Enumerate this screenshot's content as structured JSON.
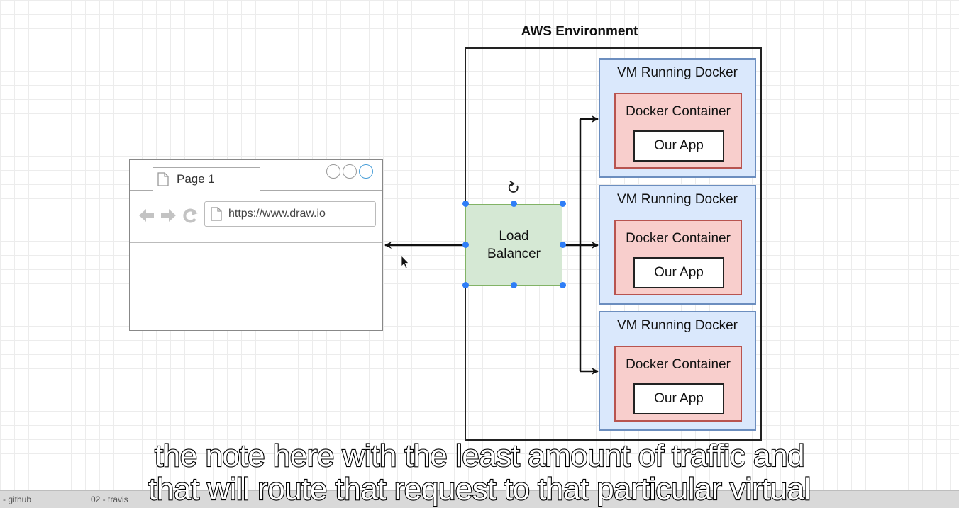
{
  "environment": {
    "title": "AWS Environment"
  },
  "vms": [
    {
      "label": "VM Running Docker",
      "container": "Docker Container",
      "app": "Our App"
    },
    {
      "label": "VM Running Docker",
      "container": "Docker Container",
      "app": "Our App"
    },
    {
      "label": "VM Running Docker",
      "container": "Docker Container",
      "app": "Our App"
    }
  ],
  "load_balancer": {
    "line1": "Load",
    "line2": "Balancer"
  },
  "browser": {
    "tab": "Page 1",
    "url": "https://www.draw.io"
  },
  "caption": {
    "line1": "the note here with the least amount of traffic and",
    "line2": "that will route that request to that particular virtual"
  },
  "taskbar": {
    "item1": "- github",
    "item2": "02 - travis"
  },
  "colors": {
    "vm_fill": "#dae8fc",
    "vm_border": "#6c8ebf",
    "container_fill": "#f8cecc",
    "container_border": "#b85450",
    "lb_fill": "#d5e8d4",
    "lb_border": "#82b366",
    "selection_handle": "#2f7ef7"
  }
}
